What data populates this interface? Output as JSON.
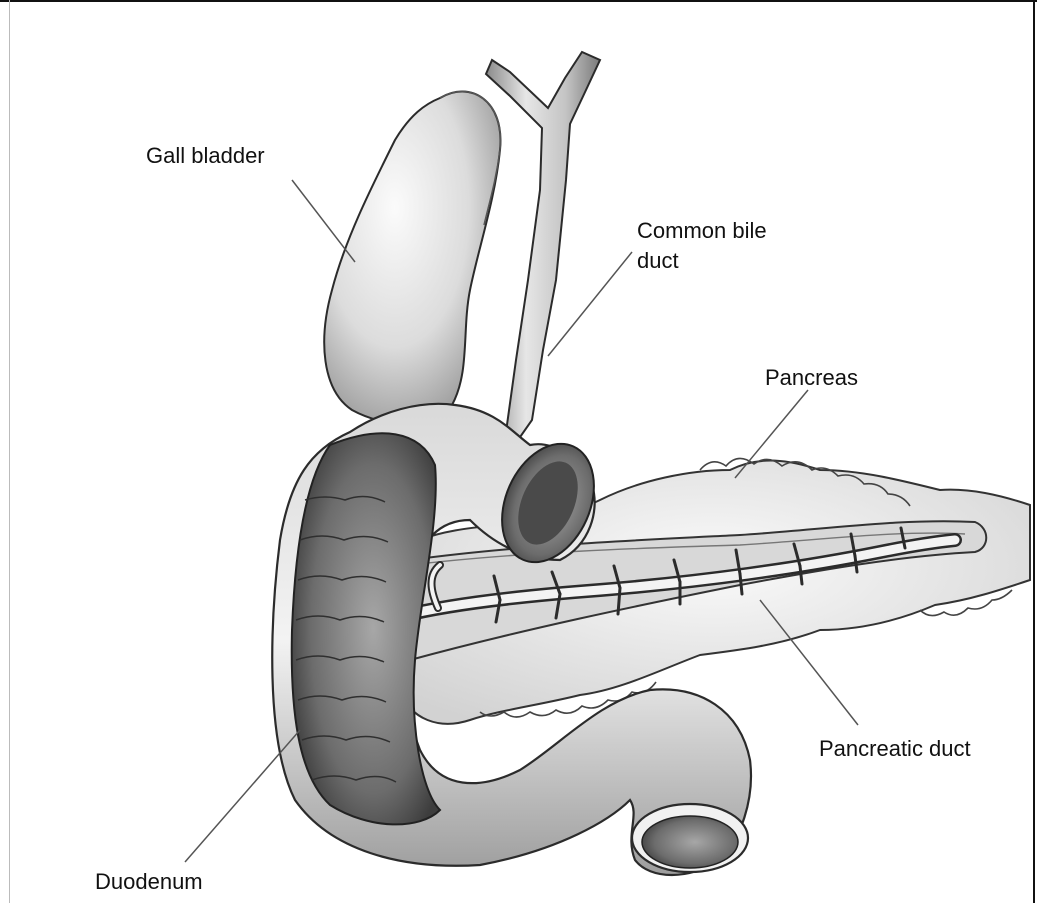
{
  "labels": {
    "gall_bladder": "Gall bladder",
    "common_bile_duct": "Common bile\nduct",
    "pancreas": "Pancreas",
    "pancreatic_duct": "Pancreatic duct",
    "duodenum": "Duodenum"
  },
  "colors": {
    "background": "#ffffff",
    "outline": "#2b2b2b",
    "organ_light": "#f2f2f2",
    "organ_mid": "#c9c9c9",
    "organ_dark": "#6f6f6f",
    "leader_line": "#555555"
  }
}
